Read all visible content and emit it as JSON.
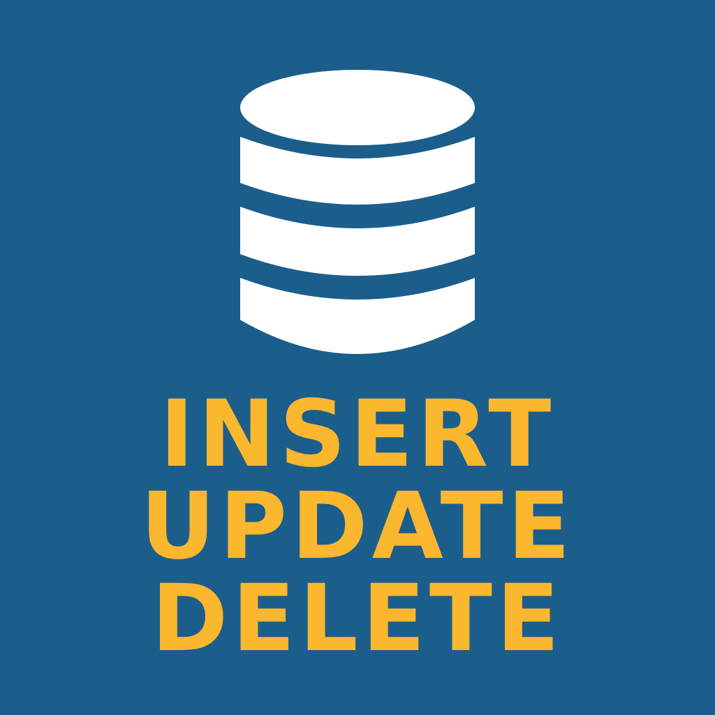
{
  "colors": {
    "background": "#1b5e8c",
    "icon": "#ffffff",
    "text": "#fbb72e"
  },
  "icon": {
    "name": "database-icon"
  },
  "words": {
    "insert": "INSERT",
    "update": "UPDATE",
    "delete": "DELETE"
  }
}
